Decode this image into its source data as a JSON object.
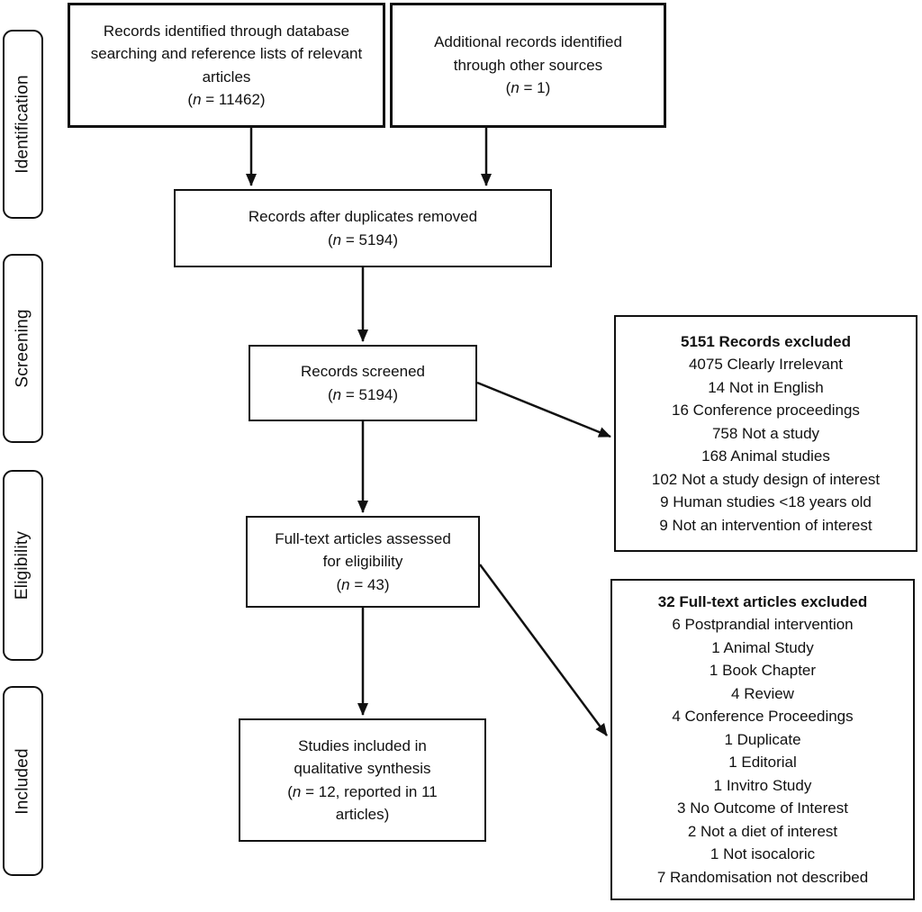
{
  "stages": [
    {
      "label": "Identification"
    },
    {
      "label": "Screening"
    },
    {
      "label": "Eligibility"
    },
    {
      "label": "Included"
    }
  ],
  "boxes": {
    "db_search": {
      "text": "Records identified through database searching and reference lists of relevant articles",
      "count_prefix": "(",
      "count_var": "n",
      "count_suffix": " = 11462)"
    },
    "other_sources": {
      "text": "Additional records identified through other sources",
      "count_prefix": "(",
      "count_var": "n",
      "count_suffix": " = 1)"
    },
    "duplicates_removed": {
      "text": "Records after duplicates removed",
      "count_prefix": "(",
      "count_var": "n",
      "count_suffix": " = 5194)"
    },
    "screened": {
      "text": "Records screened",
      "count_prefix": "(",
      "count_var": "n",
      "count_suffix": " = 5194)"
    },
    "records_excluded": {
      "heading": "5151 Records excluded",
      "items": [
        "4075 Clearly Irrelevant",
        "14 Not in English",
        "16 Conference proceedings",
        "758 Not a study",
        "168 Animal studies",
        "102 Not a study design of interest",
        "9 Human studies <18 years old",
        "9 Not an intervention of interest"
      ]
    },
    "fulltext_assessed": {
      "text": "Full-text articles assessed for eligibility",
      "count_prefix": "(",
      "count_var": "n",
      "count_suffix": " = 43)"
    },
    "fulltext_excluded": {
      "heading": "32 Full-text articles excluded",
      "items": [
        "6 Postprandial intervention",
        "1 Animal Study",
        "1 Book Chapter",
        "4 Review",
        "4 Conference Proceedings",
        "1 Duplicate",
        "1 Editorial",
        "1 Invitro Study",
        "3 No Outcome of Interest",
        "2 Not a diet of interest",
        "1 Not isocaloric",
        "7 Randomisation not described"
      ]
    },
    "included_studies": {
      "text": "Studies included in qualitative synthesis",
      "count_prefix": "(",
      "count_var": "n",
      "count_suffix": " = 12, reported in 11 articles)"
    }
  },
  "colors": {
    "line": "#111111",
    "background": "#ffffff"
  }
}
